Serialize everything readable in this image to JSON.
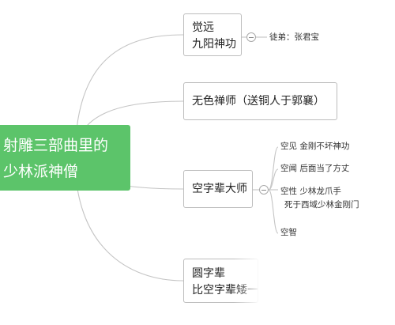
{
  "root": {
    "line1": "射雕三部曲里的",
    "line2": "少林派神僧"
  },
  "branches": {
    "jueyuan": {
      "line1": "觉远",
      "line2": "九阳神功",
      "child": "徒弟：张君宝"
    },
    "wuse": {
      "label": "无色禅师（送铜人于郭襄）"
    },
    "kong": {
      "label": "空字辈大师",
      "children": [
        "空见  金刚不坏神功",
        "空闻    后面当了方丈",
        "空性  少林龙爪手",
        "死于西域少林金刚门",
        "空智"
      ]
    },
    "yuan": {
      "line1": "圆字辈",
      "line2": "比空字辈矮一"
    }
  },
  "colors": {
    "root_fill": "#5cc46a",
    "connector": "#c4c4c4",
    "node_border": "#bdbdbd"
  }
}
